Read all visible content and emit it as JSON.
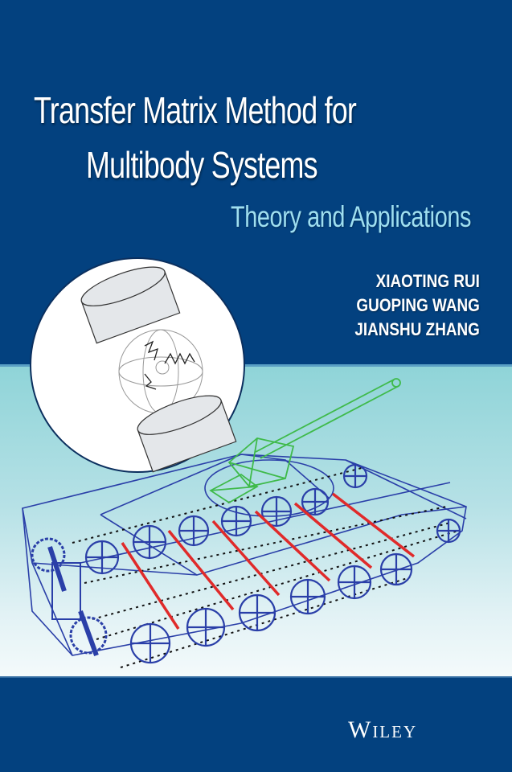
{
  "book": {
    "title_line1": "Transfer Matrix Method for",
    "title_line2": "Multibody Systems",
    "subtitle": "Theory and Applications",
    "authors": [
      "XIAOTING RUI",
      "GUOPING WANG",
      "JIANSHU ZHANG"
    ],
    "publisher": "Wiley"
  },
  "illustration": {
    "inset": "spherical-joint-diagram",
    "main": "tracked-vehicle-wireframe-model"
  },
  "colors": {
    "background": "#03417f",
    "band_top": "#8fd4d8",
    "band_bottom": "#f4fafb",
    "subtitle": "#9fdff0",
    "wireframe_blue": "#2a3fa8",
    "wireframe_green": "#3fba4a",
    "wireframe_red": "#e02a2a"
  }
}
